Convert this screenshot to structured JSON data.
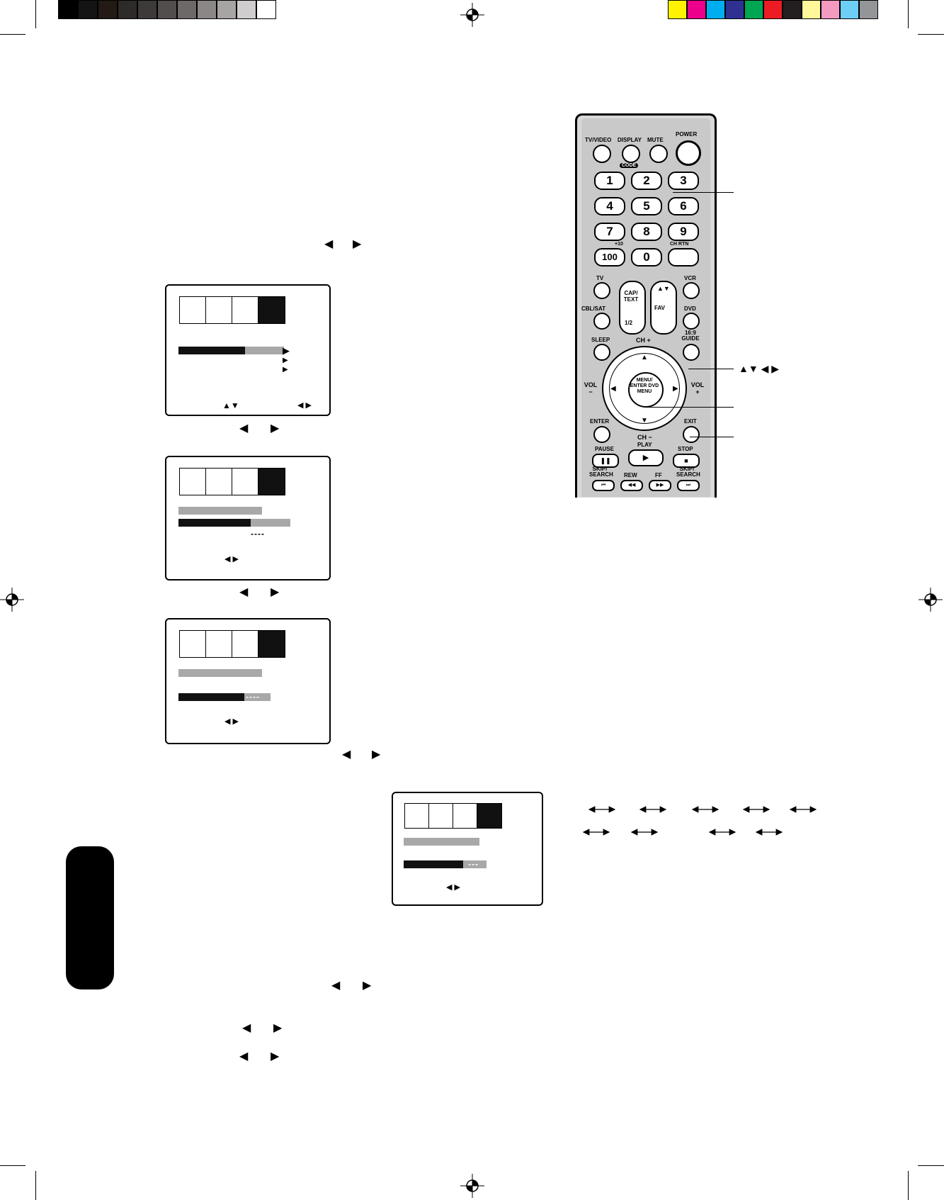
{
  "color_bar": {
    "greys": [
      "#000000",
      "#141414",
      "#231a15",
      "#2e2a2a",
      "#3e3a3a",
      "#534e4e",
      "#6e6868",
      "#8c8787",
      "#a8a4a4",
      "#cfcdcd",
      "#ffffff"
    ],
    "colors": [
      "#fff200",
      "#ec008c",
      "#00aeef",
      "#2e3192",
      "#00a651",
      "#ed1c24",
      "#231f20",
      "#fff799",
      "#f49ac1",
      "#6dcff6",
      "#939598"
    ]
  },
  "nav_arrows": {
    "left": "◀",
    "right": "▶",
    "up_down": "▲▼",
    "left_right": "◀ ▶",
    "all": "▲▼ ◀ ▶"
  },
  "osd_tabs": [
    "picture-icon",
    "speaker-icon",
    "tv-icon",
    "people-icon"
  ],
  "osd_codes": {
    "four": "----",
    "three": "---"
  },
  "remote": {
    "top_buttons": [
      "TV/VIDEO",
      "DISPLAY",
      "MUTE",
      "POWER"
    ],
    "code_label": "CODE",
    "digits": [
      "1",
      "2",
      "3",
      "4",
      "5",
      "6",
      "7",
      "8",
      "9"
    ],
    "plus10": "+10",
    "hundred": "100",
    "zero": "0",
    "ch_rtn": "CH RTN",
    "tv": "TV",
    "vcr": "VCR",
    "cap_text": "CAP/ TEXT",
    "half": "1/2",
    "fav": "FAV",
    "cbl_sat": "CBL/SAT",
    "dvd": "DVD",
    "sleep": "SLEEP",
    "ch_plus": "CH +",
    "ratio_guide": "16:9 GUIDE",
    "vol_minus": "VOL −",
    "vol_plus": "VOL +",
    "menu_enter": "MENU/ ENTER DVD MENU",
    "enter": "ENTER",
    "exit": "EXIT",
    "ch_minus": "CH −",
    "play": "PLAY",
    "pause": "PAUSE",
    "stop": "STOP",
    "skip_search": "SKIP/ SEARCH",
    "rew": "REW",
    "ff": "FF"
  }
}
